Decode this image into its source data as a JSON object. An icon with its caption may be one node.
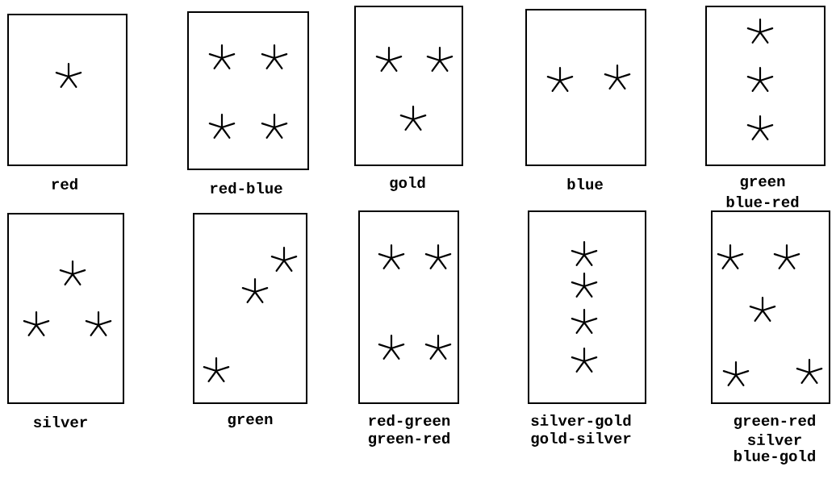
{
  "diagram": {
    "nodes": [
      {
        "text": [],
        "shape": "box",
        "beside": [
          "red"
        ]
      },
      {
        "text": [],
        "shape": "box",
        "beside": [
          "red-blue"
        ]
      },
      {
        "text": [],
        "shape": "box",
        "beside": [
          "gold"
        ]
      },
      {
        "text": [],
        "shape": "box",
        "beside": [
          "blue"
        ]
      },
      {
        "text": [],
        "shape": "box",
        "beside": [
          "green",
          "blue-red"
        ]
      },
      {
        "text": [],
        "shape": "box",
        "beside": [
          "silver"
        ]
      },
      {
        "text": [],
        "shape": "box",
        "beside": [
          "green"
        ]
      },
      {
        "text": [],
        "shape": "box",
        "beside": [
          "red-green",
          "green-red"
        ]
      },
      {
        "text": [],
        "shape": "box",
        "beside": [
          "silver-gold",
          "gold-silver"
        ]
      },
      {
        "text": [],
        "shape": "box",
        "beside": [
          "green-red",
          "silver",
          "blue-gold"
        ]
      }
    ]
  }
}
